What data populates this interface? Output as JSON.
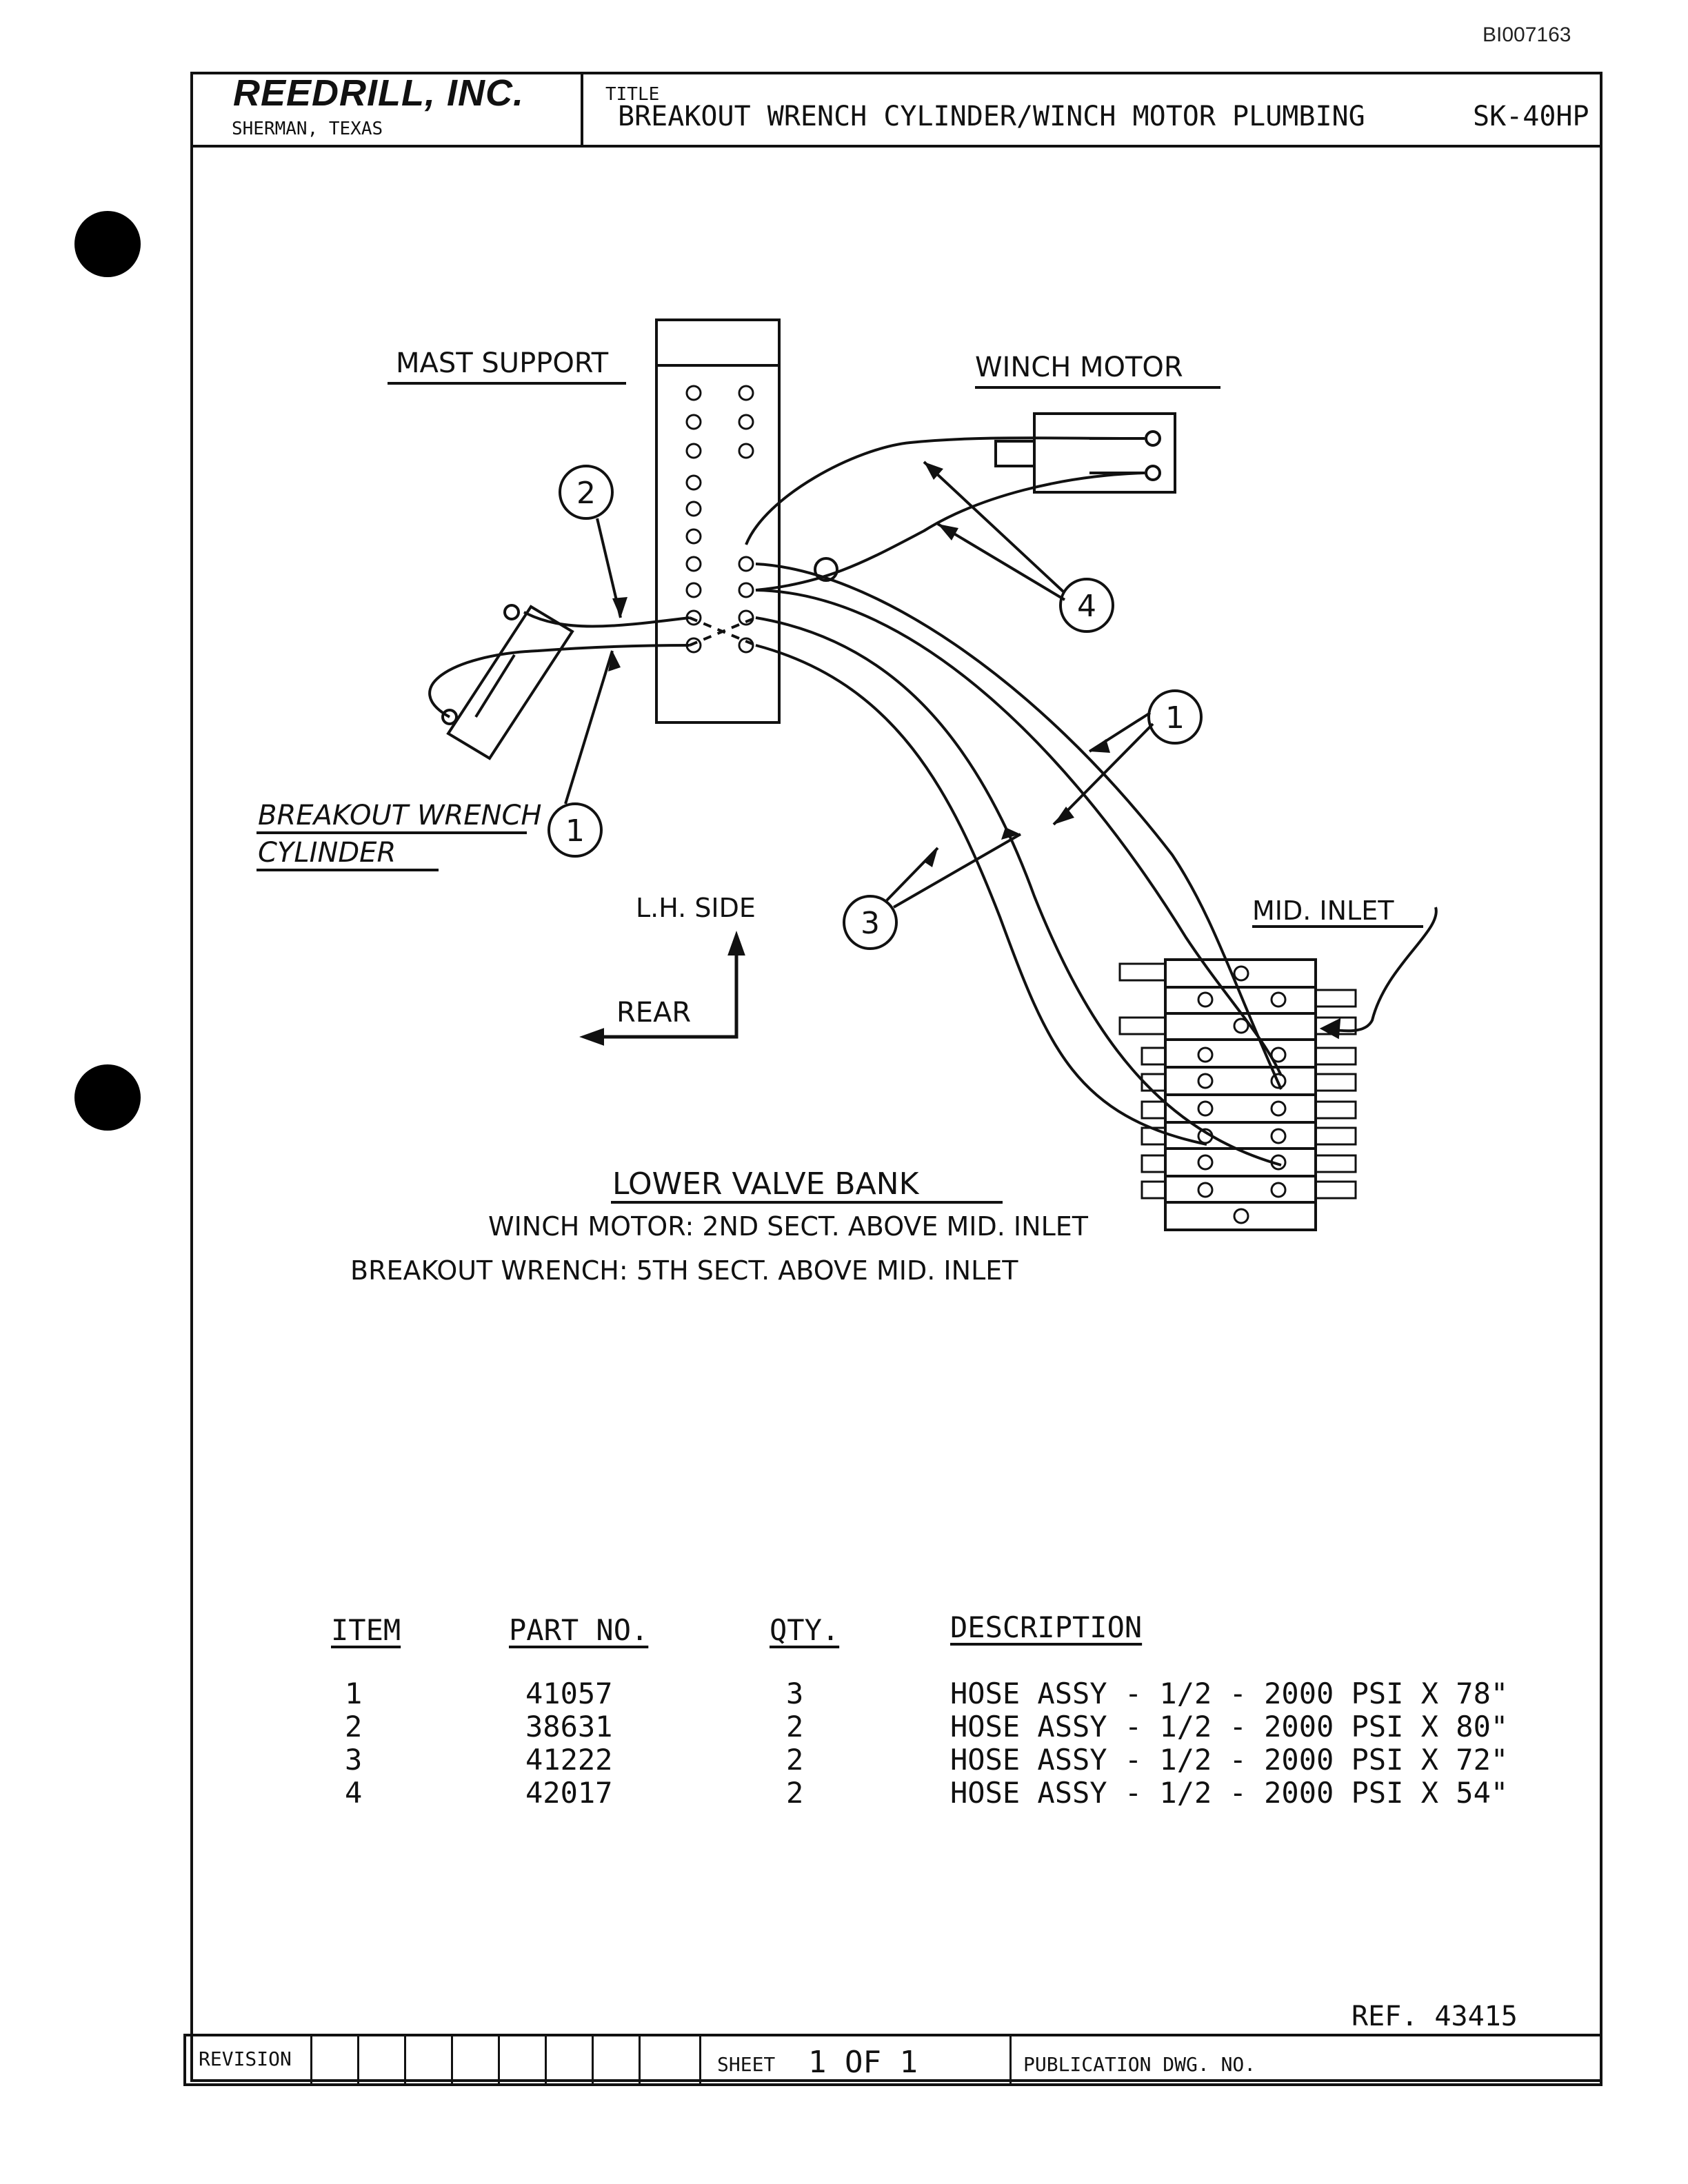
{
  "document": {
    "doc_id": "BI007163"
  },
  "title_block": {
    "company": "REEDRILL, INC.",
    "location": "SHERMAN, TEXAS",
    "title_label": "TITLE",
    "title": "BREAKOUT WRENCH CYLINDER/WINCH MOTOR PLUMBING",
    "sketch_no": "SK-40HP"
  },
  "diagram": {
    "labels": {
      "mast_support": "MAST SUPPORT",
      "winch_motor": "WINCH MOTOR",
      "breakout_wrench_line1": "BREAKOUT WRENCH",
      "breakout_wrench_line2": "CYLINDER",
      "mid_inlet": "MID. INLET",
      "lh_side": "L.H. SIDE",
      "rear": "REAR",
      "lower_valve_bank": "LOWER VALVE BANK",
      "note_winch": "WINCH MOTOR: 2ND SECT. ABOVE MID. INLET",
      "note_breakout": "BREAKOUT WRENCH: 5TH SECT. ABOVE MID. INLET"
    },
    "callouts": {
      "c2": "2",
      "c4": "4",
      "c1_right": "1",
      "c1_left": "1",
      "c3": "3"
    }
  },
  "parts_list": {
    "headers": {
      "item": "ITEM",
      "part_no": "PART NO.",
      "qty": "QTY.",
      "description": "DESCRIPTION"
    },
    "rows": [
      {
        "item": "1",
        "part_no": "41057",
        "qty": "3",
        "description": "HOSE ASSY - 1/2 - 2000 PSI X 78\""
      },
      {
        "item": "2",
        "part_no": "38631",
        "qty": "2",
        "description": "HOSE ASSY - 1/2 - 2000 PSI X 80\""
      },
      {
        "item": "3",
        "part_no": "41222",
        "qty": "2",
        "description": "HOSE ASSY - 1/2 - 2000 PSI X 72\""
      },
      {
        "item": "4",
        "part_no": "42017",
        "qty": "2",
        "description": "HOSE ASSY - 1/2 - 2000 PSI X 54\""
      }
    ]
  },
  "footer": {
    "ref": "REF. 43415",
    "revision_label": "REVISION",
    "sheet_label": "SHEET",
    "sheet_value": "1 OF 1",
    "publication_label": "PUBLICATION DWG. NO."
  }
}
